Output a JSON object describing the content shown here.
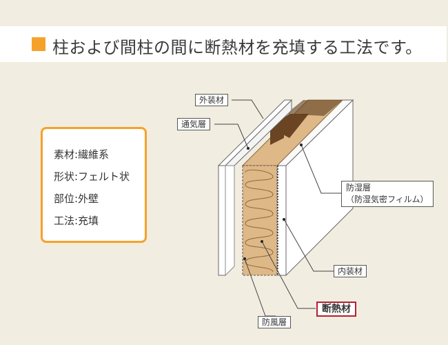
{
  "header": {
    "title": "柱および間柱の間に断熱材を充填する工法です。"
  },
  "info": {
    "items": [
      "素材:繊維系",
      "形状:フェルト状",
      "部位:外壁",
      "工法:充填"
    ]
  },
  "labels": {
    "exterior": "外装材",
    "ventilation": "通気層",
    "vapor_barrier": "防湿層",
    "vapor_barrier_sub": "（防湿気密フィルム）",
    "interior": "内装材",
    "insulation": "断熱材",
    "windbreak": "防風層"
  },
  "colors": {
    "accent": "#f5a22b",
    "insulation": "#deb887",
    "stud": "#6b4423",
    "highlight": "#b51f2e"
  }
}
